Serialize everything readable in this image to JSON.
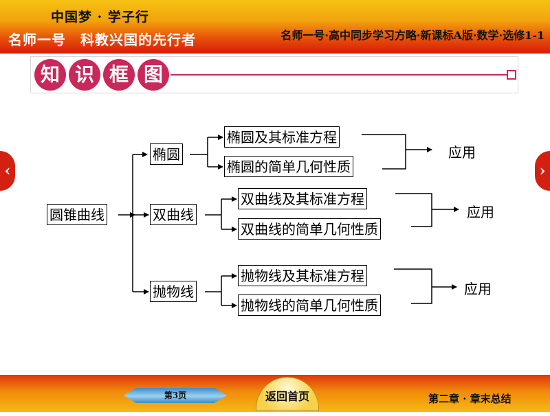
{
  "header": {
    "slogan": "中国梦 · 学子行",
    "brand": "名师一号　科教兴国的先行者",
    "book_title": "名师一号·高中同步学习方略·新课标A版·数学·选修1-1"
  },
  "section_title": [
    "知",
    "识",
    "框",
    "图"
  ],
  "diagram": {
    "root": "圆锥曲线",
    "branches": [
      {
        "name": "椭圆",
        "children": [
          "椭圆及其标准方程",
          "椭圆的简单几何性质"
        ],
        "result": "应用"
      },
      {
        "name": "双曲线",
        "children": [
          "双曲线及其标准方程",
          "双曲线的简单几何性质"
        ],
        "result": "应用"
      },
      {
        "name": "抛物线",
        "children": [
          "抛物线及其标准方程",
          "抛物线的简单几何性质"
        ],
        "result": "应用"
      }
    ]
  },
  "footer": {
    "page_label": "第3页",
    "home_label": "返回首页",
    "chapter_label": "第二章 · 章末总结"
  },
  "nav": {
    "prev_icon": "chevron-left-icon",
    "next_icon": "chevron-right-icon"
  },
  "colors": {
    "accent": "#c8285a",
    "top_gradient": "#f2a40e",
    "nav_red": "#d42010"
  }
}
